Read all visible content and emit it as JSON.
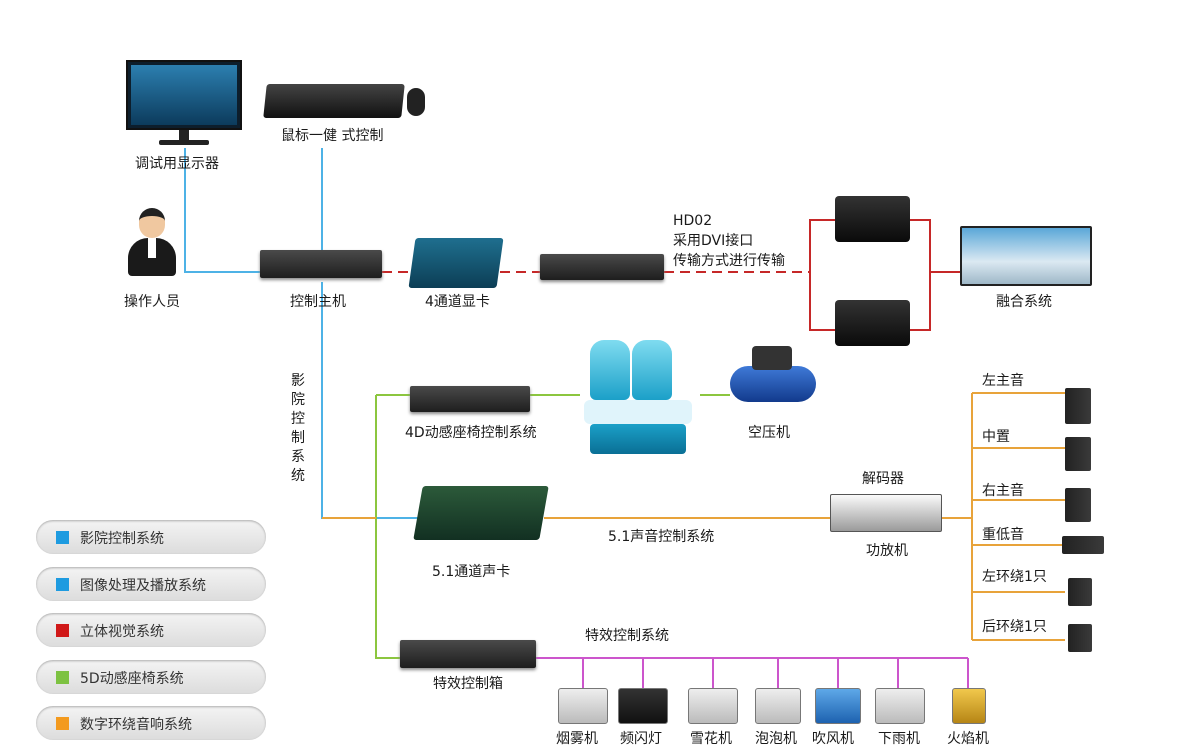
{
  "nodes": {
    "monitor": "调试用显示器",
    "keyboard": "鼠标一健 式控制",
    "operator": "操作人员",
    "host": "控制主机",
    "gpu": "4通道显卡",
    "fusion": "融合系统",
    "hd_line1": "HD02",
    "hd_line2": "采用DVI接口",
    "hd_line3": "传输方式进行传输",
    "cinema_vertical": "影院控制系统",
    "seat_ctrl": "4D动感座椅控制系统",
    "air": "空压机",
    "soundcard": "5.1通道声卡",
    "sound_sys": "5.1声音控制系统",
    "decoder": "解码器",
    "amp": "功放机",
    "fx_sys": "特效控制系统",
    "fx_box": "特效控制箱"
  },
  "speakers": [
    "左主音",
    "中置",
    "右主音",
    "重低音",
    "左环绕1只",
    "后环绕1只"
  ],
  "effects": [
    "烟雾机",
    "频闪灯",
    "雪花机",
    "泡泡机",
    "吹风机",
    "下雨机",
    "火焰机"
  ],
  "legend": [
    {
      "label": "影院控制系统",
      "color": "#1e9be0"
    },
    {
      "label": "图像处理及播放系统",
      "color": "#1e9be0"
    },
    {
      "label": "立体视觉系统",
      "color": "#d01818"
    },
    {
      "label": "5D动感座椅系统",
      "color": "#7dc242"
    },
    {
      "label": "数字环绕音响系统",
      "color": "#f39a1e"
    }
  ],
  "colors": {
    "blue": "#4db2e6",
    "red": "#c62828",
    "green": "#8cc63f",
    "orange": "#e8a33a",
    "purple": "#cc55cc"
  }
}
